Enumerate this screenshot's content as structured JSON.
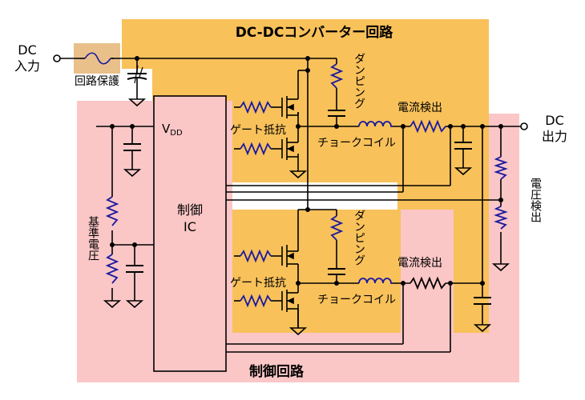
{
  "title_dcdc": "DC-DCコンバーター回路",
  "title_control": "制御回路",
  "dc_in": [
    "DC",
    "入力"
  ],
  "dc_out": [
    "DC",
    "出力"
  ],
  "fuse_label": "回路保護",
  "vdd": "V",
  "vdd_sub": "DD",
  "ic_label": [
    "制御",
    "IC"
  ],
  "gate_resistor": "ゲート抵抗",
  "damping": "ダンピング",
  "choke_coil": "チョークコイル",
  "current_detect": "電流検出",
  "ref_voltage": "基準電圧",
  "voltage_detect": "電圧検出",
  "colors": {
    "dcdc_region": "#f8c15a",
    "control_region": "#fbc6c6",
    "fuse_bg": "#e9c08a",
    "wire": "#000000",
    "component": "#1a1aa0",
    "inductor": "#1a1aa0"
  }
}
